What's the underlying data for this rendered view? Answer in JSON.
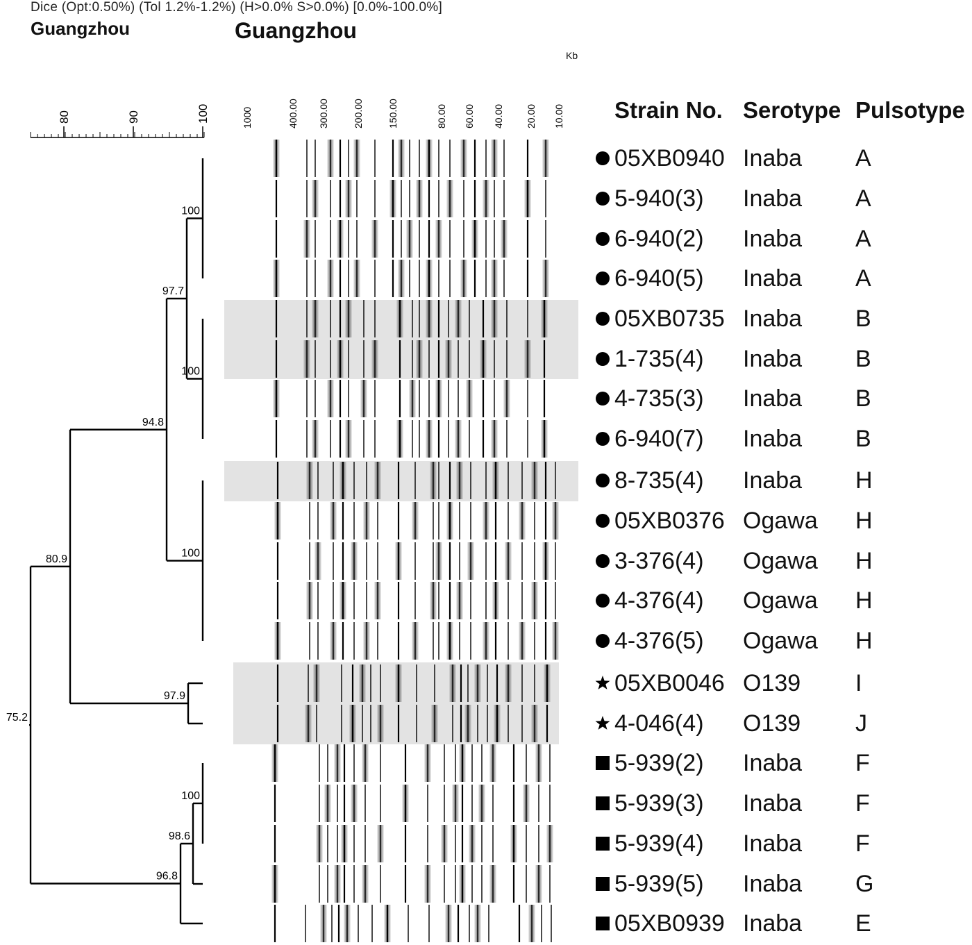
{
  "header": {
    "dice_line": "Dice (Opt:0.50%) (Tol 1.2%-1.2%) (H>0.0% S>0.0%) [0.0%-100.0%]",
    "title_left": "Guangzhou",
    "title_mid": "Guangzhou",
    "kb_label": "Kb"
  },
  "scale": {
    "ticks": [
      "80",
      "90",
      "100"
    ]
  },
  "size_markers": [
    "1000",
    "400.00",
    "300.00",
    "200.00",
    "150.00",
    "80.00",
    "60.00",
    "40.00",
    "20.00",
    "10.00"
  ],
  "columns": {
    "strain": "Strain No.",
    "serotype": "Serotype",
    "pulsotype": "Pulsotype"
  },
  "rows": [
    {
      "marker": "circle",
      "strain": "05XB0940",
      "serotype": "Inaba",
      "pulsotype": "A"
    },
    {
      "marker": "circle",
      "strain": "5-940(3)",
      "serotype": "Inaba",
      "pulsotype": "A"
    },
    {
      "marker": "circle",
      "strain": "6-940(2)",
      "serotype": "Inaba",
      "pulsotype": "A"
    },
    {
      "marker": "circle",
      "strain": "6-940(5)",
      "serotype": "Inaba",
      "pulsotype": "A"
    },
    {
      "marker": "circle",
      "strain": "05XB0735",
      "serotype": "Inaba",
      "pulsotype": "B"
    },
    {
      "marker": "circle",
      "strain": "1-735(4)",
      "serotype": "Inaba",
      "pulsotype": "B"
    },
    {
      "marker": "circle",
      "strain": "4-735(3)",
      "serotype": "Inaba",
      "pulsotype": "B"
    },
    {
      "marker": "circle",
      "strain": "6-940(7)",
      "serotype": "Inaba",
      "pulsotype": "B"
    },
    {
      "marker": "circle",
      "strain": "8-735(4)",
      "serotype": "Inaba",
      "pulsotype": "H"
    },
    {
      "marker": "circle",
      "strain": "05XB0376",
      "serotype": "Ogawa",
      "pulsotype": "H"
    },
    {
      "marker": "circle",
      "strain": "3-376(4)",
      "serotype": "Ogawa",
      "pulsotype": "H"
    },
    {
      "marker": "circle",
      "strain": "4-376(4)",
      "serotype": "Ogawa",
      "pulsotype": "H"
    },
    {
      "marker": "circle",
      "strain": "4-376(5)",
      "serotype": "Ogawa",
      "pulsotype": "H"
    },
    {
      "marker": "star",
      "strain": "05XB0046",
      "serotype": "O139",
      "pulsotype": "I"
    },
    {
      "marker": "star",
      "strain": "4-046(4)",
      "serotype": "O139",
      "pulsotype": "J"
    },
    {
      "marker": "square",
      "strain": "5-939(2)",
      "serotype": "Inaba",
      "pulsotype": "F"
    },
    {
      "marker": "square",
      "strain": "5-939(3)",
      "serotype": "Inaba",
      "pulsotype": "F"
    },
    {
      "marker": "square",
      "strain": "5-939(4)",
      "serotype": "Inaba",
      "pulsotype": "F"
    },
    {
      "marker": "square",
      "strain": "5-939(5)",
      "serotype": "Inaba",
      "pulsotype": "G"
    },
    {
      "marker": "square",
      "strain": "05XB0939",
      "serotype": "Inaba",
      "pulsotype": "E"
    }
  ],
  "dendrogram_nodes": [
    {
      "label": "100",
      "similarity": 100,
      "members": [
        0,
        1,
        2,
        3
      ]
    },
    {
      "label": "100",
      "similarity": 100,
      "members": [
        4,
        5,
        6,
        7
      ]
    },
    {
      "label": "97.7",
      "similarity": 97.7,
      "members": [
        0,
        1,
        2,
        3,
        4,
        5,
        6,
        7
      ]
    },
    {
      "label": "100",
      "similarity": 100,
      "members": [
        8,
        9,
        10,
        11,
        12
      ]
    },
    {
      "label": "94.8",
      "similarity": 94.8,
      "members": [
        0,
        1,
        2,
        3,
        4,
        5,
        6,
        7,
        8,
        9,
        10,
        11,
        12
      ]
    },
    {
      "label": "97.9",
      "similarity": 97.9,
      "members": [
        13,
        14
      ]
    },
    {
      "label": "80.9",
      "similarity": 80.9,
      "members": [
        0,
        1,
        2,
        3,
        4,
        5,
        6,
        7,
        8,
        9,
        10,
        11,
        12,
        13,
        14
      ]
    },
    {
      "label": "100",
      "similarity": 100,
      "members": [
        15,
        16,
        17
      ]
    },
    {
      "label": "98.6",
      "similarity": 98.6,
      "members": [
        15,
        16,
        17,
        18
      ]
    },
    {
      "label": "96.8",
      "similarity": 96.8,
      "members": [
        15,
        16,
        17,
        18,
        19
      ]
    },
    {
      "label": "75.2",
      "similarity": 75.2,
      "members": [
        0,
        1,
        2,
        3,
        4,
        5,
        6,
        7,
        8,
        9,
        10,
        11,
        12,
        13,
        14,
        15,
        16,
        17,
        18,
        19
      ]
    }
  ]
}
